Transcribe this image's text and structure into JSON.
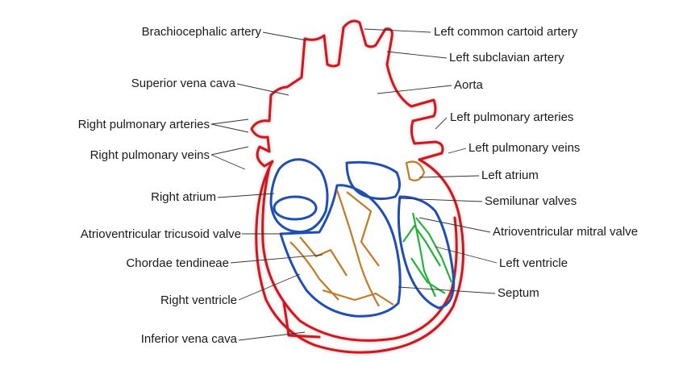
{
  "labels": {
    "brachiocephalic_artery": "Brachiocephalic artery",
    "superior_vena_cava": "Superior vena cava",
    "right_pulmonary_arteries": "Right pulmonary arteries",
    "right_pulmonary_veins": "Right pulmonary veins",
    "right_atrium": "Right atrium",
    "av_tricuspid_valve": "Atrioventricular tricusoid valve",
    "chordae_tendineae": "Chordae tendineae",
    "right_ventricle": "Right ventricle",
    "inferior_vena_cava": "Inferior vena cava",
    "left_common_carotid_artery": "Left common cartoid artery",
    "left_subclavian_artery": "Left subclavian artery",
    "aorta": "Aorta",
    "left_pulmonary_arteries": "Left pulmonary arteries",
    "left_pulmonary_veins": "Left pulmonary veins",
    "left_atrium": "Left atrium",
    "semilunar_valves": "Semilunar valves",
    "av_mitral_valve": "Atrioventricular mitral valve",
    "left_ventricle": "Left ventricle",
    "septum": "Septum"
  },
  "colors": {
    "outline": "#d2161e",
    "chamber": "#1f4fb3",
    "chordae_right": "#c27a22",
    "chordae_left": "#22b33a",
    "background": "#ffffff"
  }
}
